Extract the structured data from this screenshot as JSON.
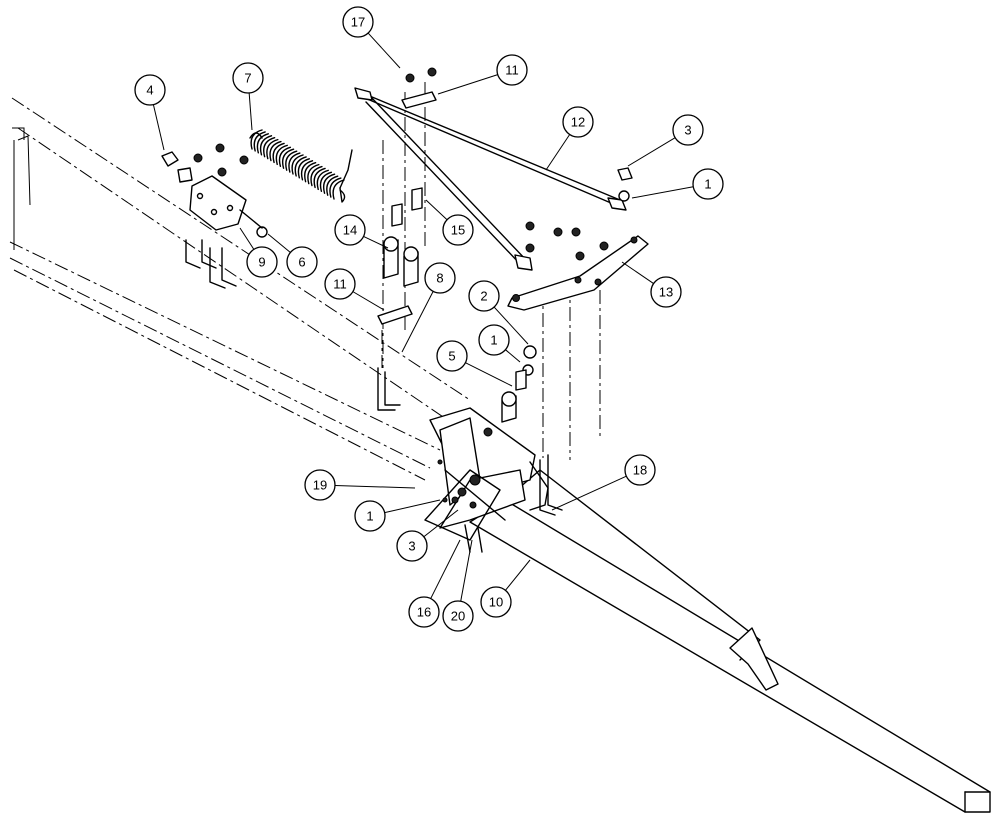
{
  "callouts": [
    {
      "label": "17"
    },
    {
      "label": "11"
    },
    {
      "label": "7"
    },
    {
      "label": "4"
    },
    {
      "label": "12"
    },
    {
      "label": "3"
    },
    {
      "label": "1"
    },
    {
      "label": "14"
    },
    {
      "label": "15"
    },
    {
      "label": "9"
    },
    {
      "label": "6"
    },
    {
      "label": "13"
    },
    {
      "label": "11"
    },
    {
      "label": "8"
    },
    {
      "label": "2"
    },
    {
      "label": "1"
    },
    {
      "label": "5"
    },
    {
      "label": "18"
    },
    {
      "label": "19"
    },
    {
      "label": "1"
    },
    {
      "label": "3"
    },
    {
      "label": "10"
    },
    {
      "label": "16"
    },
    {
      "label": "20"
    }
  ]
}
